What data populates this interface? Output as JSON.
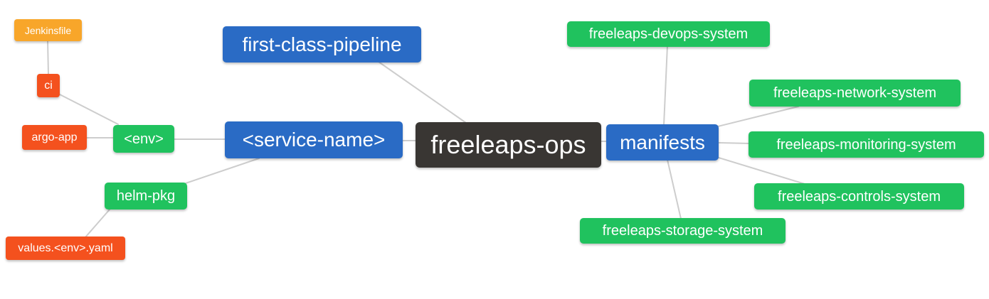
{
  "diagram": {
    "type": "mindmap",
    "background": "#ffffff",
    "text_color": "#ffffff",
    "colors": {
      "root": "#393633",
      "level1": "#2a6bc5",
      "level2": "#20c25e",
      "level3": "#f4511e",
      "level4": "#f8a62a",
      "edge": "#cdcdcd"
    },
    "nodes": [
      {
        "id": "freeleaps-ops",
        "label": "freeleaps-ops",
        "level": "root"
      },
      {
        "id": "first-class-pipeline",
        "label": "first-class-pipeline",
        "level": 1
      },
      {
        "id": "service-name",
        "label": "<service-name>",
        "level": 1
      },
      {
        "id": "manifests",
        "label": "manifests",
        "level": 1
      },
      {
        "id": "env",
        "label": "<env>",
        "level": 2
      },
      {
        "id": "helm-pkg",
        "label": "helm-pkg",
        "level": 2
      },
      {
        "id": "ci",
        "label": "ci",
        "level": 3
      },
      {
        "id": "argo-app",
        "label": "argo-app",
        "level": 3
      },
      {
        "id": "values-env-yaml",
        "label": "values.<env>.yaml",
        "level": 3
      },
      {
        "id": "jenkinsfile",
        "label": "Jenkinsfile",
        "level": 4
      },
      {
        "id": "freeleaps-devops-system",
        "label": "freeleaps-devops-system",
        "level": 2
      },
      {
        "id": "freeleaps-network-system",
        "label": "freeleaps-network-system",
        "level": 2
      },
      {
        "id": "freeleaps-monitoring-system",
        "label": "freeleaps-monitoring-system",
        "level": 2
      },
      {
        "id": "freeleaps-controls-system",
        "label": "freeleaps-controls-system",
        "level": 2
      },
      {
        "id": "freeleaps-storage-system",
        "label": "freeleaps-storage-system",
        "level": 2
      }
    ],
    "edges": [
      {
        "from": "jenkinsfile",
        "to": "ci"
      },
      {
        "from": "ci",
        "to": "env"
      },
      {
        "from": "argo-app",
        "to": "env"
      },
      {
        "from": "env",
        "to": "service-name"
      },
      {
        "from": "helm-pkg",
        "to": "service-name"
      },
      {
        "from": "values-env-yaml",
        "to": "helm-pkg"
      },
      {
        "from": "first-class-pipeline",
        "to": "freeleaps-ops"
      },
      {
        "from": "service-name",
        "to": "freeleaps-ops"
      },
      {
        "from": "freeleaps-ops",
        "to": "manifests"
      },
      {
        "from": "manifests",
        "to": "freeleaps-devops-system"
      },
      {
        "from": "manifests",
        "to": "freeleaps-network-system"
      },
      {
        "from": "manifests",
        "to": "freeleaps-monitoring-system"
      },
      {
        "from": "manifests",
        "to": "freeleaps-controls-system"
      },
      {
        "from": "manifests",
        "to": "freeleaps-storage-system"
      }
    ]
  }
}
